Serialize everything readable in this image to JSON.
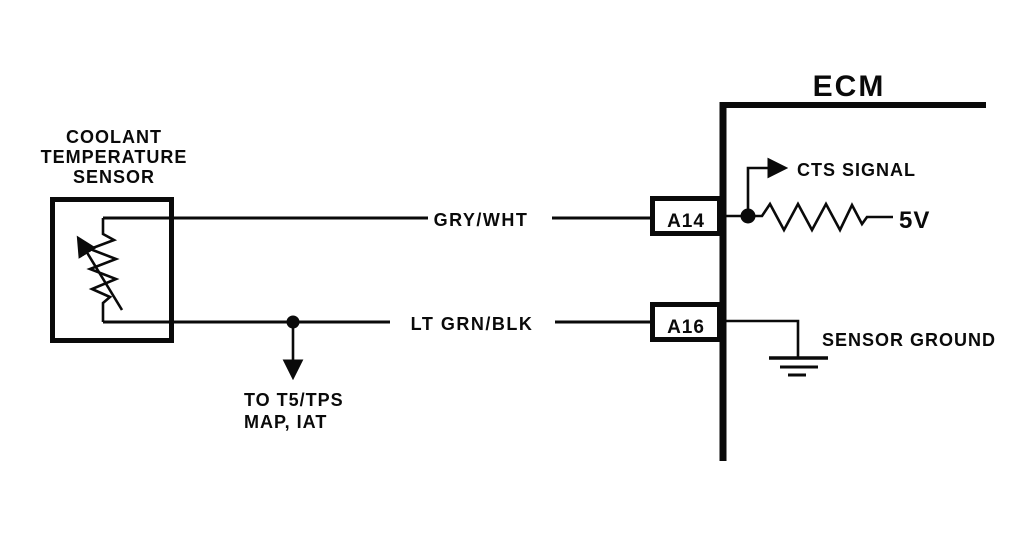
{
  "colors": {
    "ink": "#0a0a0a",
    "paper": "#ffffff"
  },
  "diagram": {
    "ecm_title": "ECM",
    "sensor_label": {
      "line1": "COOLANT",
      "line2": "TEMPERATURE",
      "line3": "SENSOR"
    },
    "wire_labels": {
      "signal": "GRY/WHT",
      "ground": "LT GRN/BLK"
    },
    "branch_note": {
      "line1": "TO T5/TPS",
      "line2": "MAP, IAT"
    },
    "pins": {
      "signal": "A14",
      "ground": "A16"
    },
    "annotations": {
      "cts_signal": "CTS SIGNAL",
      "supply_voltage": "5V",
      "sensor_ground": "SENSOR GROUND"
    }
  }
}
